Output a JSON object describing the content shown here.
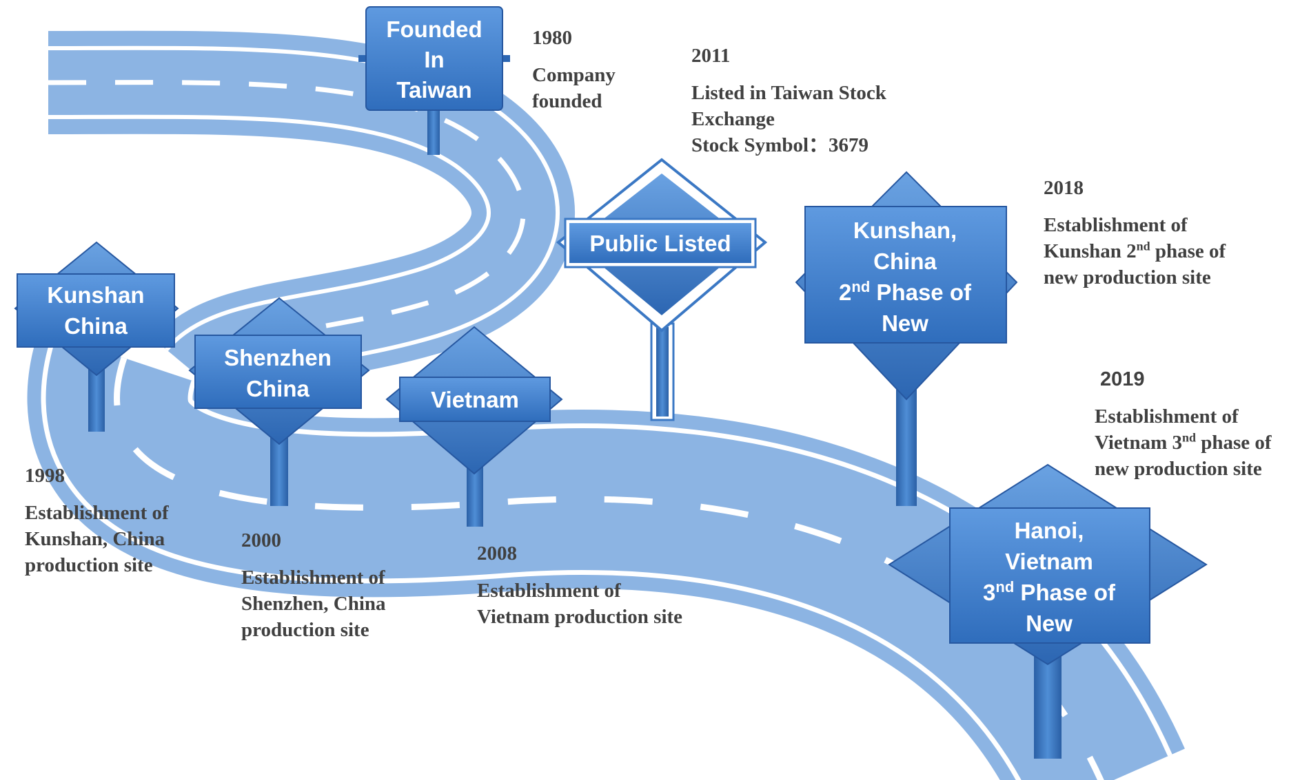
{
  "milestones": [
    {
      "id": "1980",
      "sign": [
        "Founded",
        "In",
        "Taiwan"
      ],
      "year": "1980",
      "desc": [
        "Company",
        "founded"
      ]
    },
    {
      "id": "2011",
      "sign": [
        "Public Listed"
      ],
      "year": "2011",
      "desc": [
        "Listed in Taiwan Stock",
        "Exchange",
        "Stock Symbol：3679"
      ]
    },
    {
      "id": "2018",
      "sign": [
        "Kunshan,",
        "China",
        "2nd Phase of",
        "New"
      ],
      "year": "2018",
      "desc": [
        "Establishment of",
        "Kunshan 2nd  phase of",
        "new production site"
      ]
    },
    {
      "id": "2019",
      "sign": [
        "Hanoi,",
        "Vietnam",
        "3nd Phase of",
        "New"
      ],
      "year": "2019",
      "desc": [
        "Establishment of",
        "Vietnam 3nd  phase of",
        "new production site"
      ]
    },
    {
      "id": "1998",
      "sign": [
        "Kunshan",
        "China"
      ],
      "year": "1998",
      "desc": [
        "Establishment of",
        "Kunshan, China",
        "production site"
      ]
    },
    {
      "id": "2000",
      "sign": [
        "Shenzhen",
        "China"
      ],
      "year": "2000",
      "desc": [
        "Establishment of",
        "Shenzhen, China",
        "production site"
      ]
    },
    {
      "id": "2008",
      "sign": [
        "Vietnam"
      ],
      "year": "2008",
      "desc": [
        "Establishment of",
        "Vietnam production site"
      ]
    }
  ],
  "colors": {
    "road": "#8cb4e3",
    "road_edge": "#a9c6ea",
    "sign_fill": "#3d7dc9",
    "sign_dark": "#1f5ca8",
    "text": "#404040"
  }
}
